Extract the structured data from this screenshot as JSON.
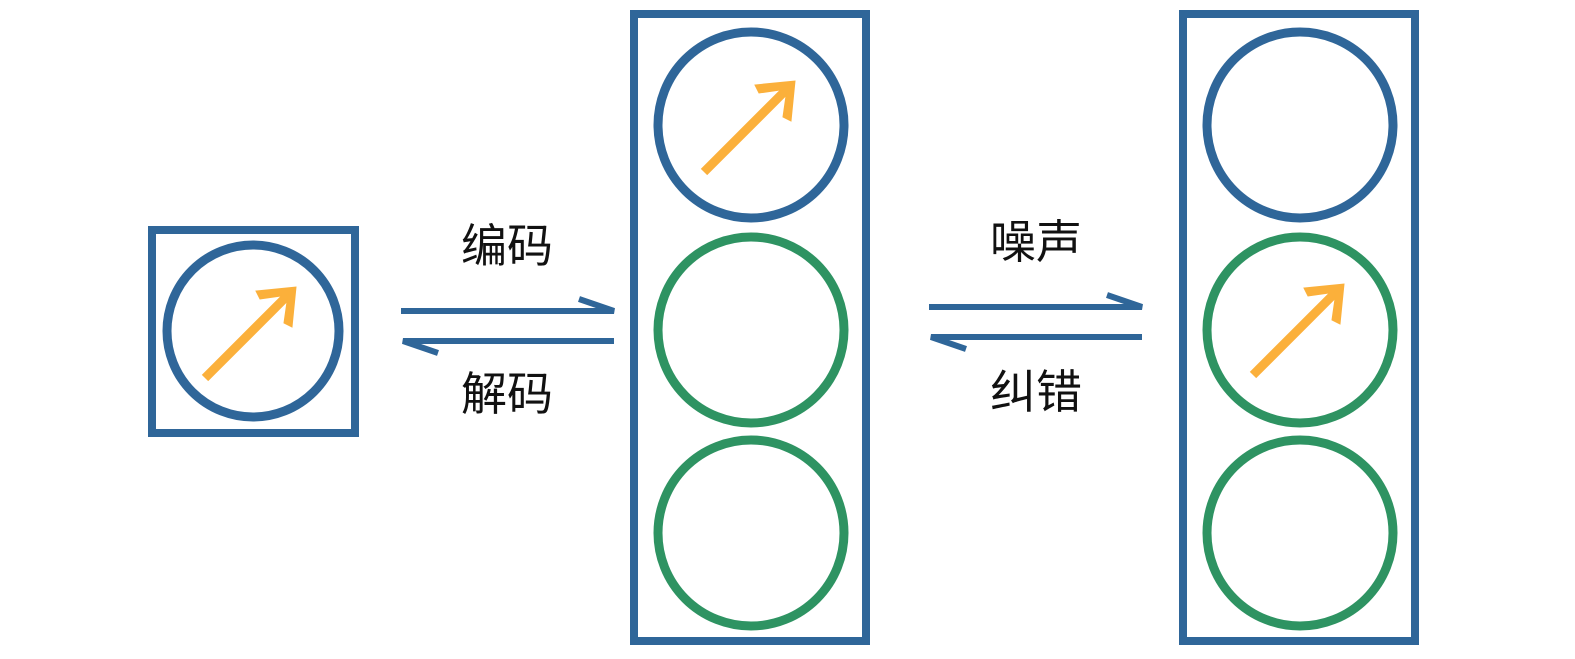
{
  "labels": {
    "encode": "编码",
    "decode": "解码",
    "noise": "噪声",
    "correct": "纠错"
  },
  "colors": {
    "box": "#2f6699",
    "data_qubit": "#2f6699",
    "ancilla_qubit": "#2e9362",
    "state_arrow": "#fbb03b",
    "exchange_arrow": "#2f6699"
  },
  "icons": {
    "state_vector": "arrow-up-right-icon",
    "process": "equilibrium-arrows-icon"
  }
}
